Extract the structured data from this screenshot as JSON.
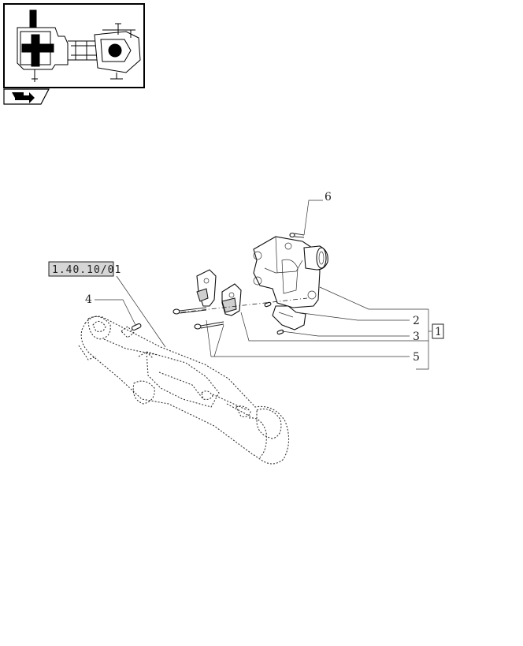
{
  "thumbnail": {
    "icon": "assembly-thumbnail-icon"
  },
  "nav_icon": "back-arrow-icon",
  "reference_label": "1.40.10/01",
  "callouts": {
    "c1": "1",
    "c2": "2",
    "c3": "3",
    "c4": "4",
    "c5": "5",
    "c6": "6"
  }
}
